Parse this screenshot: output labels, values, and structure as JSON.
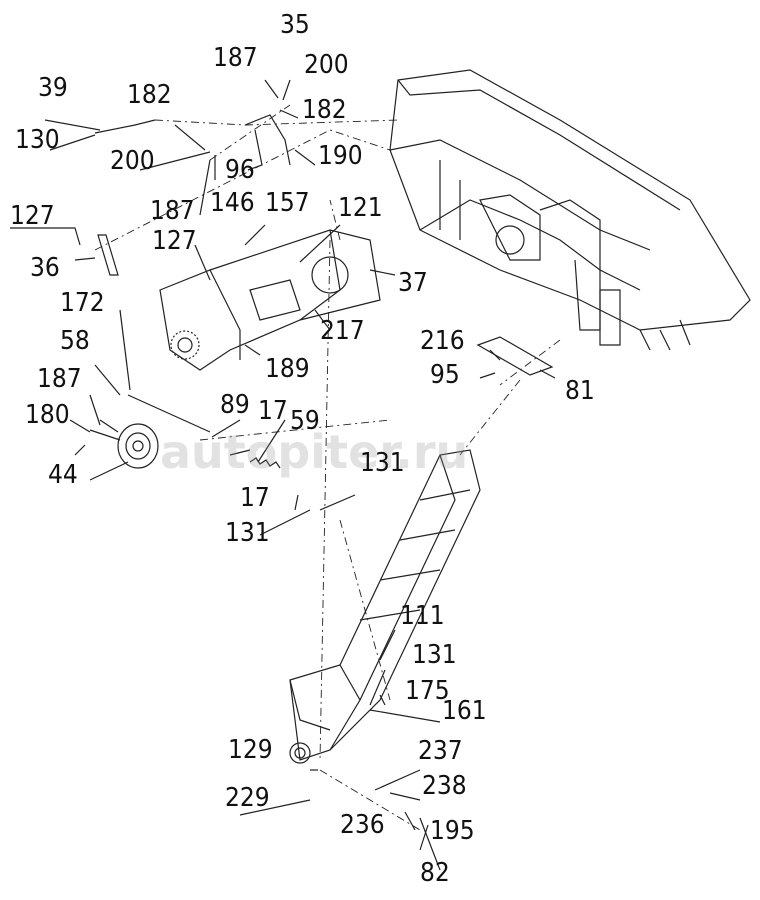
{
  "diagram": {
    "labels": [
      "35",
      "187",
      "200",
      "182",
      "39",
      "182",
      "130",
      "200",
      "190",
      "96",
      "187",
      "146",
      "157",
      "121",
      "127",
      "127",
      "36",
      "37",
      "217",
      "172",
      "58",
      "216",
      "95",
      "81",
      "189",
      "187",
      "89",
      "17",
      "59",
      "180",
      "44",
      "131",
      "17",
      "131",
      "111",
      "131",
      "175",
      "161",
      "129",
      "237",
      "229",
      "238",
      "236",
      "195",
      "82"
    ]
  },
  "watermark": "autopiter.ru",
  "colors": {
    "line": "#222222",
    "label": "#111111"
  }
}
